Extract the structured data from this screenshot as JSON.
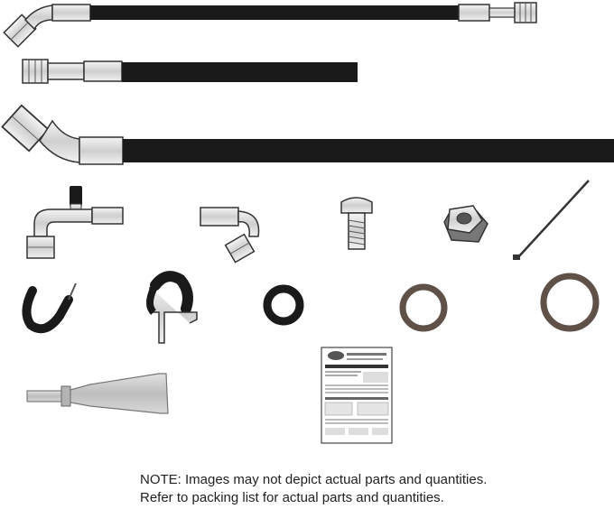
{
  "note": {
    "line1": "NOTE: Images may not depict actual parts and quantities.",
    "line2": "Refer to packing list for actual parts and quantities."
  },
  "parts": [
    {
      "name": "hose-assembly-45-female-fitting"
    },
    {
      "name": "hose-straight-female-fitting"
    },
    {
      "name": "hose-large-45-female-fitting"
    },
    {
      "name": "service-port-90-fitting"
    },
    {
      "name": "90-degree-hose-fitting"
    },
    {
      "name": "bolt"
    },
    {
      "name": "nut"
    },
    {
      "name": "zip-tie"
    },
    {
      "name": "p-clamp-small"
    },
    {
      "name": "p-clamp-large"
    },
    {
      "name": "o-ring-small"
    },
    {
      "name": "o-ring-medium"
    },
    {
      "name": "o-ring-large"
    },
    {
      "name": "lubricant-tube"
    },
    {
      "name": "instruction-sheet"
    }
  ],
  "colors": {
    "hose": "#1a1a1a",
    "metal": "#d6d6d6",
    "outline": "#3a3a3a",
    "oring": "#6b5c55",
    "tube": "#c9c9c9"
  }
}
